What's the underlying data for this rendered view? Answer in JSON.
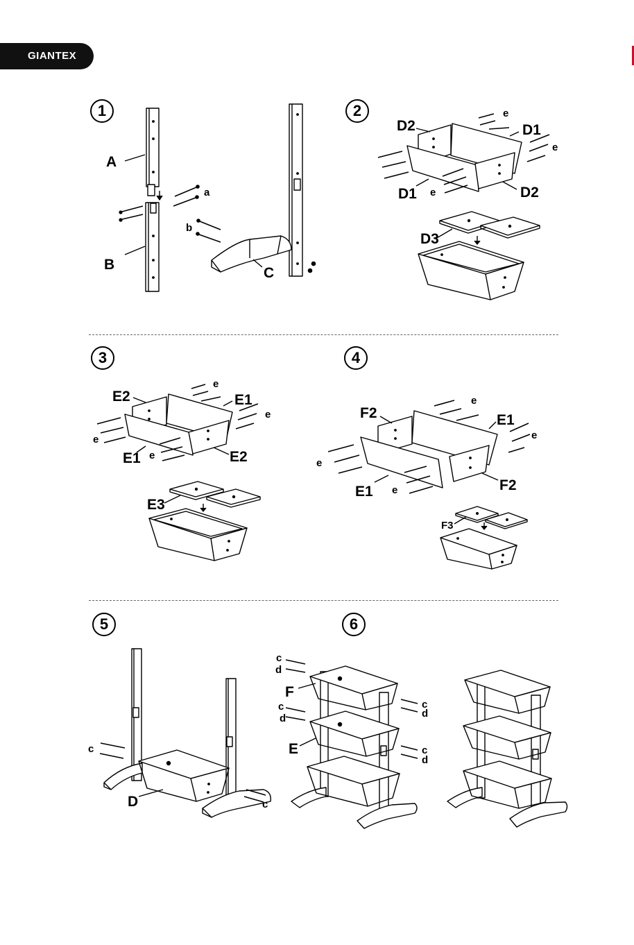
{
  "brand": {
    "name": "GIANTEX",
    "accent": "#c8102e"
  },
  "steps": [
    {
      "number": "1",
      "labels": {
        "A": "A",
        "B": "B",
        "C": "C",
        "a": "a",
        "b": "b"
      }
    },
    {
      "number": "2",
      "labels": {
        "D2_top": "D2",
        "D1_top": "D1",
        "D1_bottom": "D1",
        "D2_bottom": "D2",
        "D3": "D3",
        "e1": "e",
        "e2": "e",
        "e3": "e"
      }
    },
    {
      "number": "3",
      "labels": {
        "E2_top": "E2",
        "E1_top": "E1",
        "E1_bottom": "E1",
        "E2_bottom": "E2",
        "E3": "E3",
        "e1": "e",
        "e2": "e",
        "e3": "e",
        "e4": "e"
      }
    },
    {
      "number": "4",
      "labels": {
        "F2_top": "F2",
        "E1_top": "E1",
        "E1_bottom": "E1",
        "F2_bottom": "F2",
        "F3": "F3",
        "e1": "e",
        "e2": "e",
        "e3": "e",
        "e4": "e"
      }
    },
    {
      "number": "5",
      "labels": {
        "c_left": "c",
        "c_right": "c",
        "D": "D"
      }
    },
    {
      "number": "6",
      "labels": {
        "c1": "c",
        "d1": "d",
        "F": "F",
        "c2": "c",
        "d2": "d",
        "c3": "c",
        "d3": "d",
        "E": "E",
        "c4": "c",
        "d4": "d"
      }
    }
  ]
}
